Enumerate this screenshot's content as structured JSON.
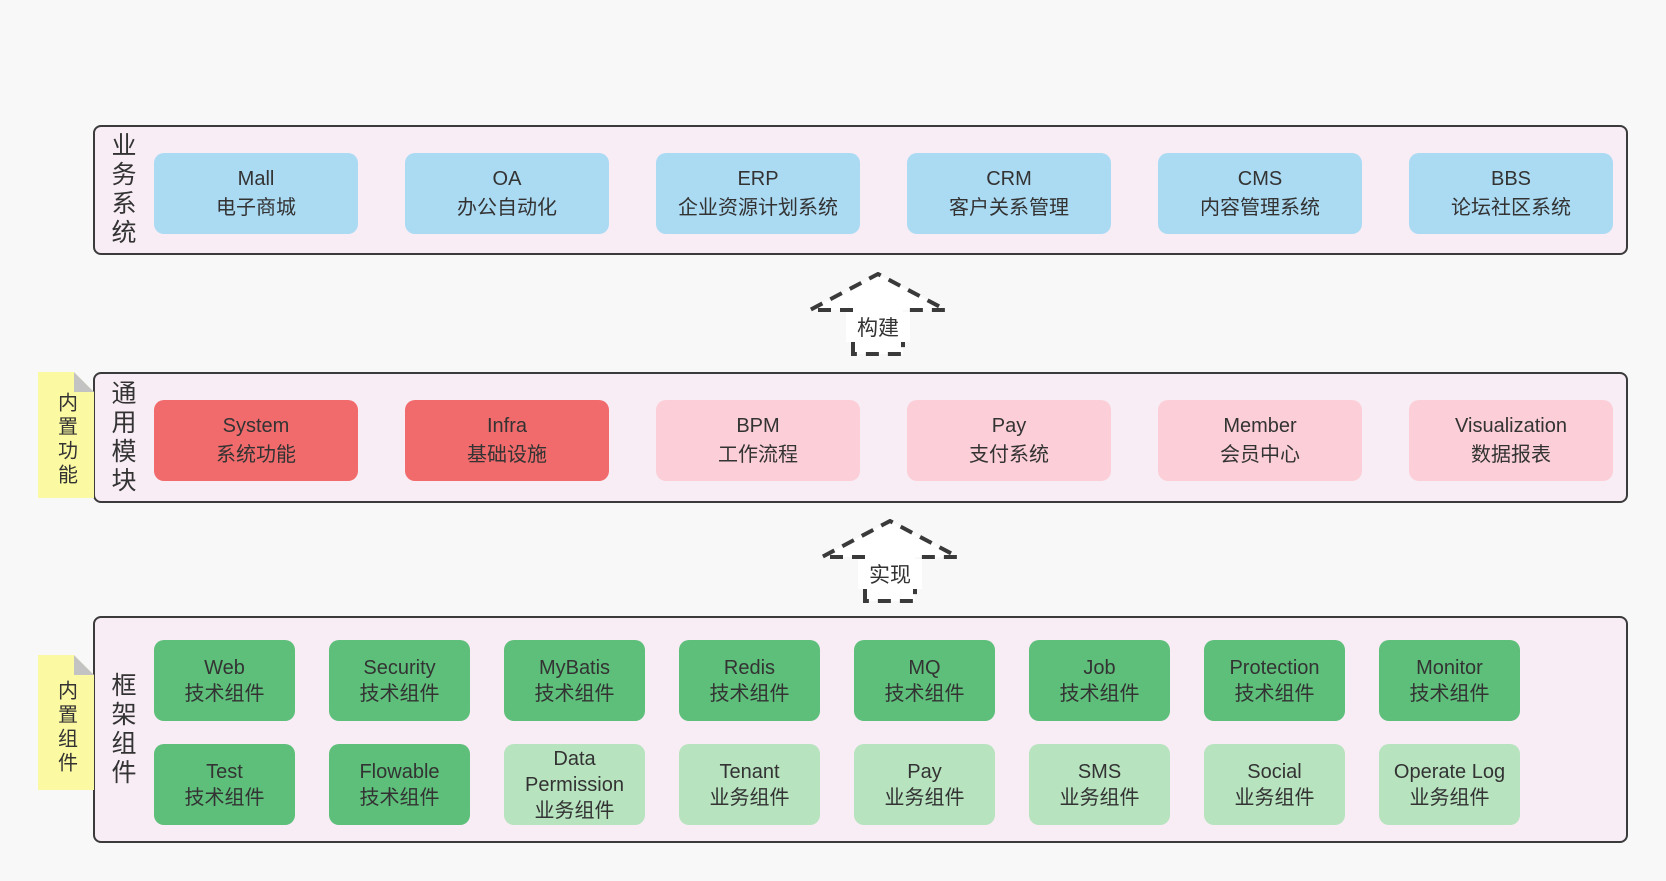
{
  "page": {
    "background": "#f8f8f8"
  },
  "colors": {
    "container_bg": "#f8edf5",
    "container_border": "#3b3b3b",
    "blue": "#abdaf3",
    "red": "#f16b6c",
    "pink": "#fccfd8",
    "green_dark": "#5dbf7a",
    "green_light": "#b7e3bf",
    "yellow_tag": "#fbf9a2",
    "fold_gray": "#c3c3c3",
    "text": "#333333"
  },
  "business": {
    "title": "业务系统",
    "items": [
      {
        "en": "Mall",
        "zh": "电子商城"
      },
      {
        "en": "OA",
        "zh": "办公自动化"
      },
      {
        "en": "ERP",
        "zh": "企业资源计划系统"
      },
      {
        "en": "CRM",
        "zh": "客户关系管理"
      },
      {
        "en": "CMS",
        "zh": "内容管理系统"
      },
      {
        "en": "BBS",
        "zh": "论坛社区系统"
      }
    ]
  },
  "arrows": {
    "build": "构建",
    "implement": "实现"
  },
  "modules": {
    "title": "通用模块",
    "tag": "内置功能",
    "items": [
      {
        "en": "System",
        "zh": "系统功能"
      },
      {
        "en": "Infra",
        "zh": "基础设施"
      },
      {
        "en": "BPM",
        "zh": "工作流程"
      },
      {
        "en": "Pay",
        "zh": "支付系统"
      },
      {
        "en": "Member",
        "zh": "会员中心"
      },
      {
        "en": "Visualization",
        "zh": "数据报表"
      }
    ]
  },
  "components": {
    "title": "框架组件",
    "tag": "内置组件",
    "row1": [
      {
        "en": "Web",
        "zh": "技术组件"
      },
      {
        "en": "Security",
        "zh": "技术组件"
      },
      {
        "en": "MyBatis",
        "zh": "技术组件"
      },
      {
        "en": "Redis",
        "zh": "技术组件"
      },
      {
        "en": "MQ",
        "zh": "技术组件"
      },
      {
        "en": "Job",
        "zh": "技术组件"
      },
      {
        "en": "Protection",
        "zh": "技术组件"
      },
      {
        "en": "Monitor",
        "zh": "技术组件"
      }
    ],
    "row2": [
      {
        "en": "Test",
        "zh": "技术组件"
      },
      {
        "en": "Flowable",
        "zh": "技术组件"
      },
      {
        "en": "Data Permission",
        "zh": "业务组件"
      },
      {
        "en": "Tenant",
        "zh": "业务组件"
      },
      {
        "en": "Pay",
        "zh": "业务组件"
      },
      {
        "en": "SMS",
        "zh": "业务组件"
      },
      {
        "en": "Social",
        "zh": "业务组件"
      },
      {
        "en": "Operate Log",
        "zh": "业务组件"
      }
    ]
  }
}
